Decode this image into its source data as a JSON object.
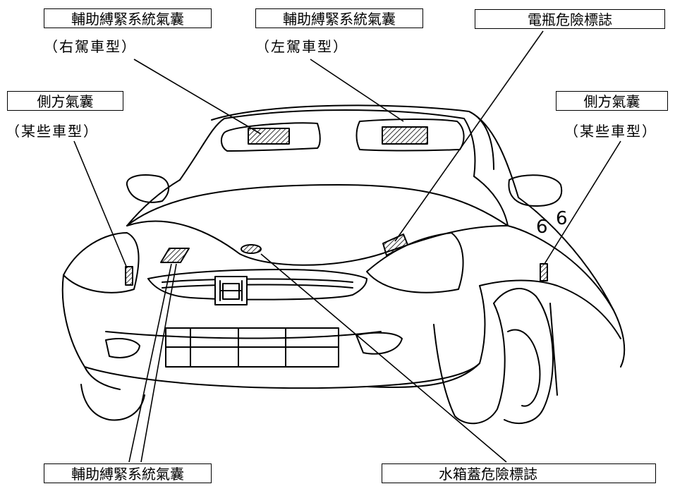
{
  "labels": {
    "srs_top_left": "輔助縛緊系統氣囊",
    "srs_top_left_note": "（右駕車型）",
    "srs_top_center": "輔助縛緊系統氣囊",
    "srs_top_center_note": "（左駕車型）",
    "battery_warning": "電瓶危險標誌",
    "side_airbag_left": "側方氣囊",
    "side_airbag_left_note": "（某些車型）",
    "side_airbag_right": "側方氣囊",
    "side_airbag_right_note": "（某些車型）",
    "srs_bottom": "輔助縛緊系統氣囊",
    "radiator_warning": "水箱蓋危險標誌"
  }
}
